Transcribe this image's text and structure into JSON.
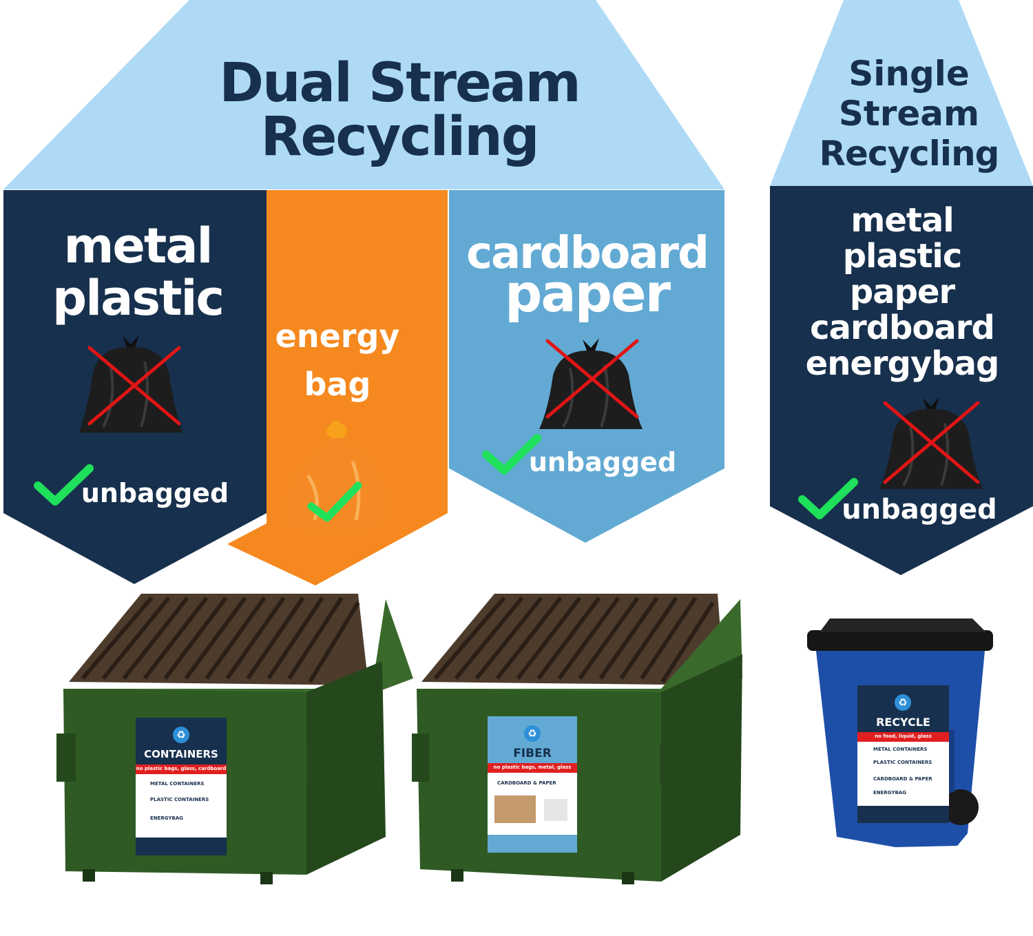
{
  "dual": {
    "title_line1": "Dual Stream",
    "title_line2": "Recycling",
    "bins": [
      {
        "line1": "metal",
        "line2": "plastic",
        "status": "unbagged"
      },
      {
        "line1": "energy",
        "line2": "bag"
      },
      {
        "line1": "cardboard",
        "line2": "paper",
        "status": "unbagged"
      }
    ]
  },
  "single": {
    "title_line1": "Single",
    "title_line2": "Stream",
    "title_line3": "Recycling",
    "items": [
      "metal",
      "plastic",
      "paper",
      "cardboard",
      "energybag"
    ],
    "status": "unbagged"
  },
  "labels": {
    "containers": {
      "title": "CONTAINERS",
      "banner": "no plastic bags, glass, cardboard",
      "rows": [
        "METAL CONTAINERS",
        "PLASTIC CONTAINERS",
        "ENERGYBAG"
      ]
    },
    "fiber": {
      "title": "FIBER",
      "banner": "no plastic bags, metal, glass",
      "rows": [
        "CARDBOARD & PAPER"
      ]
    },
    "recycle": {
      "title": "RECYCLE",
      "banner": "no food, liquid, glass",
      "rows": [
        "METAL CONTAINERS",
        "PLASTIC CONTAINERS",
        "CARDBOARD & PAPER",
        "ENERGYBAG"
      ]
    }
  },
  "colors": {
    "navy": "#17304d",
    "light_blue": "#aedaf6",
    "orange": "#f5891f",
    "sky": "#62aad4",
    "green_check": "#1fe05a",
    "dumpster_green": "#2f5a24",
    "cart_blue": "#1e4fa8"
  },
  "icons": [
    "trash-bag-icon",
    "red-x-icon",
    "check-icon",
    "recycle-icon",
    "orange-bag-icon"
  ]
}
